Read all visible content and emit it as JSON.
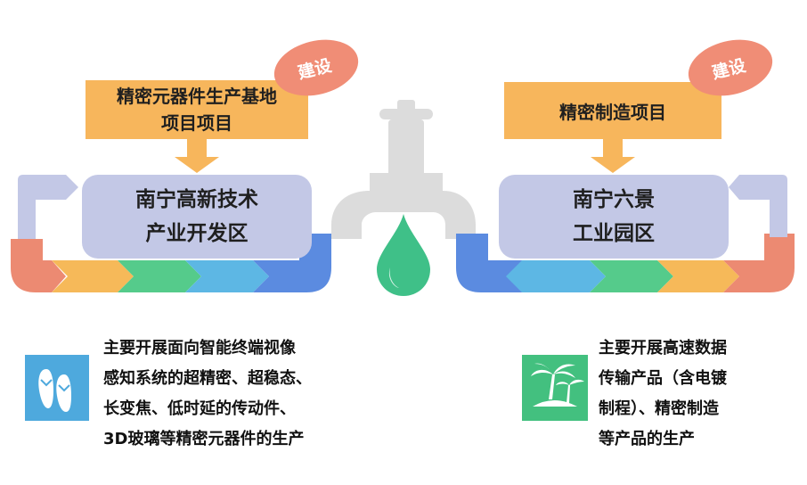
{
  "left": {
    "project_line1": "精密元器件生产基地",
    "project_line2": "项目项目",
    "tag": "建设",
    "zone_line1": "南宁高新技术",
    "zone_line2": "产业开发区",
    "desc_lines": [
      "主要开展面向智能终端视像",
      "感知系统的超精密、超稳态、",
      "长变焦、低时延的传动件、",
      "3D玻璃等精密元器件的生产"
    ],
    "icon": "flip-flops-icon"
  },
  "right": {
    "project": "精密制造项目",
    "tag": "建设",
    "zone_line1": "南宁六景",
    "zone_line2": "工业园区",
    "desc_lines": [
      "主要开展高速数据",
      "传输产品（含电镀",
      "制程）、精密制造",
      "等产品的生产"
    ],
    "icon": "palm-island-icon"
  },
  "colors": {
    "lavender": "#c3c8e6",
    "orange_box": "#f7b65c",
    "coral": "#ec8a72",
    "salmon": "#f08d76",
    "yellow": "#f6b959",
    "green": "#55cb8b",
    "sky": "#5db7e4",
    "blue": "#5b8be0",
    "drop": "#3fc088",
    "faucet": "#dcdcdc",
    "icon_blue": "#4ea9dd",
    "icon_green": "#43c07f"
  }
}
